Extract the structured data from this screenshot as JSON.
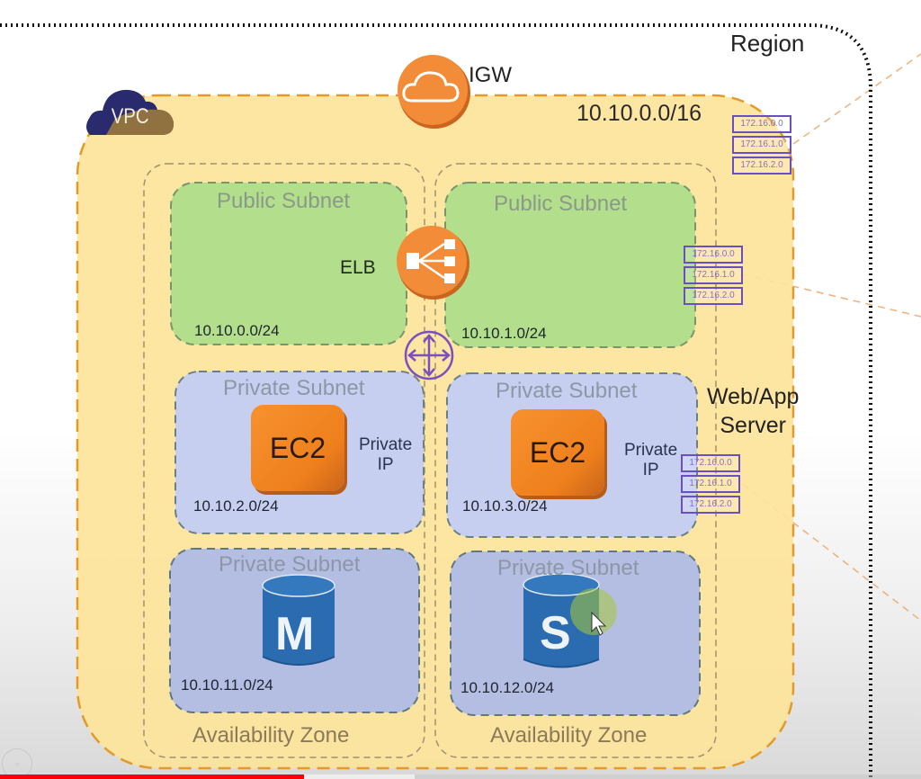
{
  "diagram": {
    "region": {
      "label": "Region"
    },
    "igw": {
      "label": "IGW",
      "icon": "cloud-icon"
    },
    "vpc": {
      "badge": "VPC",
      "cidr": "10.10.0.0/16"
    },
    "elb": {
      "label": "ELB",
      "icon": "load-balancer-icon"
    },
    "router": {
      "icon": "router-arrows-icon"
    },
    "web_app_server": {
      "line1": "Web/App",
      "line2": "Server"
    },
    "availability_zones": [
      {
        "label": "Availability Zone",
        "subnets": [
          {
            "type": "public",
            "title": "Public Subnet",
            "cidr": "10.10.0.0/24"
          },
          {
            "type": "private",
            "title": "Private Subnet",
            "cidr": "10.10.2.0/24",
            "instance": "EC2",
            "ip_label_1": "Private",
            "ip_label_2": "IP"
          },
          {
            "type": "private",
            "title": "Private Subnet",
            "cidr": "10.10.11.0/24",
            "db_letter": "M"
          }
        ]
      },
      {
        "label": "Availability Zone",
        "subnets": [
          {
            "type": "public",
            "title": "Public Subnet",
            "cidr": "10.10.1.0/24"
          },
          {
            "type": "private",
            "title": "Private Subnet",
            "cidr": "10.10.3.0/24",
            "instance": "EC2",
            "ip_label_1": "Private",
            "ip_label_2": "IP"
          },
          {
            "type": "private",
            "title": "Private Subnet",
            "cidr": "10.10.12.0/24",
            "db_letter": "S"
          }
        ]
      }
    ],
    "ip_lists": [
      {
        "ips": [
          "172.16.0.0",
          "172.16.1.0",
          "172.16.2.0"
        ]
      },
      {
        "ips": [
          "172.16.0.0",
          "172.16.1.0",
          "172.16.2.0"
        ]
      },
      {
        "ips": [
          "172.16.0.0",
          "172.16.1.0",
          "172.16.2.0"
        ]
      }
    ],
    "colors": {
      "vpc_fill": "#fde39a",
      "vpc_border": "#e39a2a",
      "public_subnet": "#b3de8c",
      "private_subnet": "#c6cff0",
      "aws_orange": "#f28c38",
      "db_blue": "#2b6cb0",
      "router_purple": "#7a4fc0",
      "vpc_badge_navy": "#2a2a6e"
    }
  },
  "video": {
    "progress_percent": 33,
    "buffered_percent": 45
  }
}
